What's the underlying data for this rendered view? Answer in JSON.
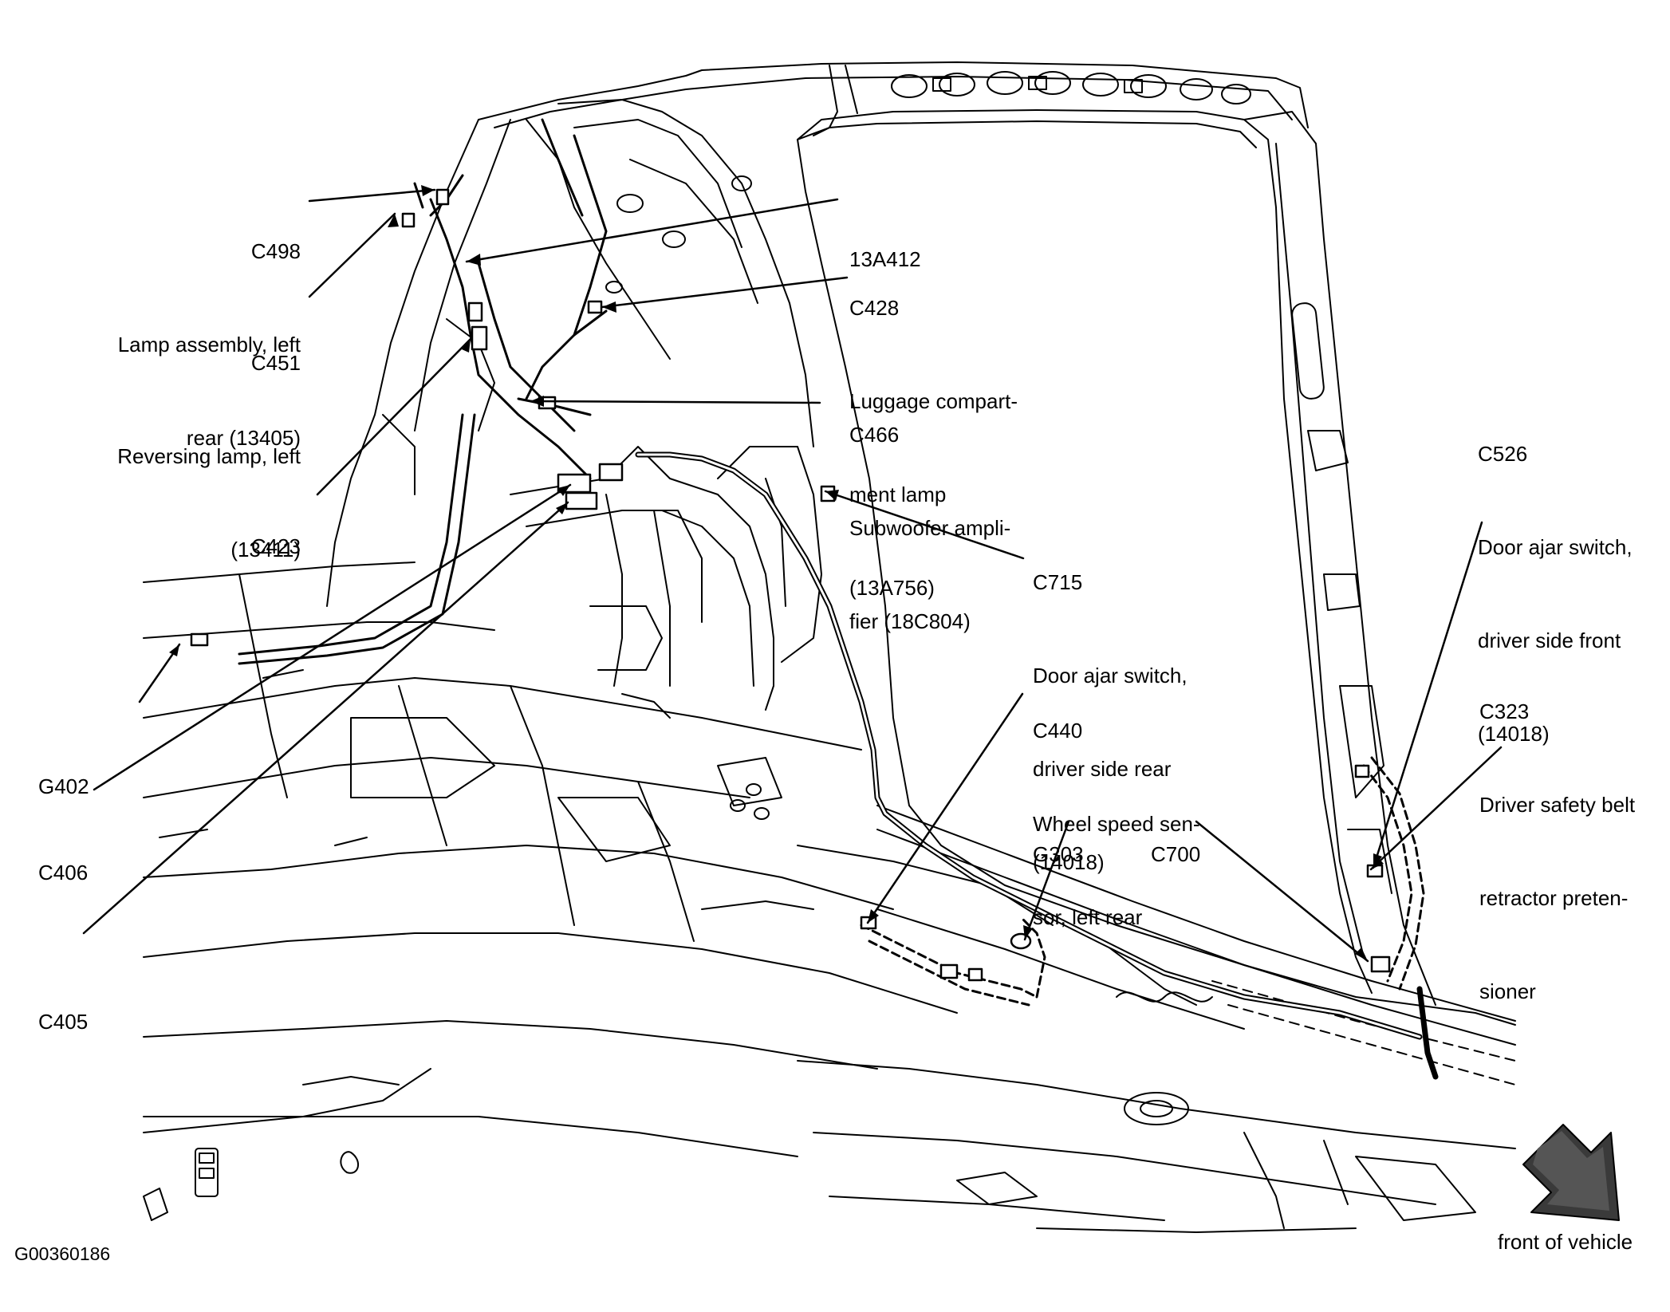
{
  "labels": {
    "c498": {
      "lines": [
        "C498",
        "Lamp assembly, left",
        "rear (13405)"
      ]
    },
    "c451": {
      "lines": [
        "C451",
        "Reversing lamp, left",
        "(13411)"
      ]
    },
    "c423": {
      "lines": [
        "C423"
      ]
    },
    "g402": {
      "lines": [
        "G402"
      ]
    },
    "c406": {
      "lines": [
        "C406"
      ]
    },
    "c405": {
      "lines": [
        "C405"
      ]
    },
    "a13a412": {
      "lines": [
        "13A412"
      ]
    },
    "c428": {
      "lines": [
        "C428",
        "Luggage compart-",
        "ment lamp",
        "(13A756)"
      ]
    },
    "c466": {
      "lines": [
        "C466",
        "Subwoofer ampli-",
        "fier (18C804)"
      ]
    },
    "c715": {
      "lines": [
        "C715",
        "Door ajar switch,",
        "driver side rear",
        "(14018)"
      ]
    },
    "c440": {
      "lines": [
        "C440",
        "Wheel speed sen-",
        "sor, left rear"
      ]
    },
    "g303": {
      "lines": [
        "G303"
      ]
    },
    "c700": {
      "lines": [
        "C700"
      ]
    },
    "c526": {
      "lines": [
        "C526",
        "Door ajar switch,",
        "driver side front",
        "(14018)"
      ]
    },
    "c323": {
      "lines": [
        "C323",
        "Driver safety belt",
        "retractor preten-",
        "sioner"
      ]
    }
  },
  "figure_id": "G00360186",
  "front_label": "front of vehicle",
  "colors": {
    "ink": "#000000",
    "paper": "#ffffff",
    "arrow_fill": "#3a3a3a"
  }
}
